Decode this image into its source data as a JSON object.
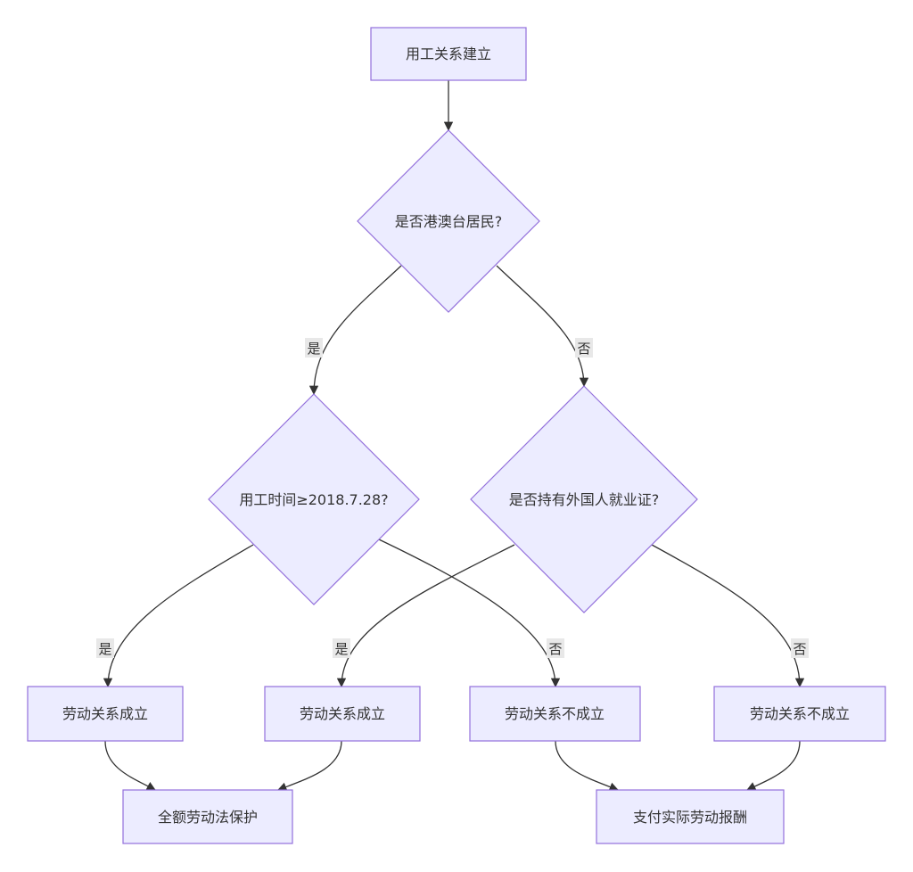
{
  "nodes": {
    "start": "用工关系建立",
    "q_hk_macau_tw": "是否港澳台居民?",
    "q_date": "用工时间≥2018.7.28?",
    "q_permit": "是否持有外国人就业证?",
    "r1": "劳动关系成立",
    "r2": "劳动关系成立",
    "r3": "劳动关系不成立",
    "r4": "劳动关系不成立",
    "end_full": "全额劳动法保护",
    "end_pay": "支付实际劳动报酬"
  },
  "edges": {
    "hk_yes": "是",
    "hk_no": "否",
    "date_yes": "是",
    "date_no": "否",
    "permit_yes": "是",
    "permit_no": "否"
  },
  "colors": {
    "node_fill": "#ECECFF",
    "node_stroke": "#9370DB",
    "edge": "#333333",
    "label_bg": "#E8E8E8"
  }
}
